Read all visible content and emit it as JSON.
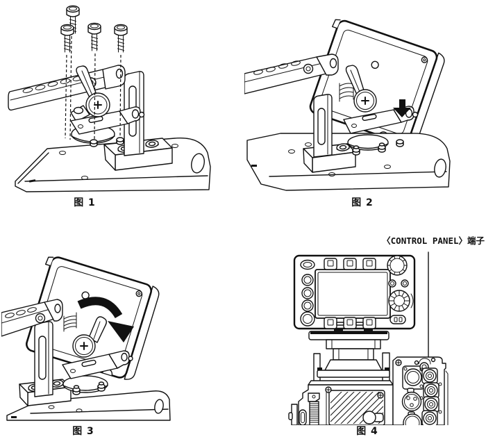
{
  "page": {
    "background": "#ffffff",
    "ink": "#111111"
  },
  "figures": [
    {
      "id": "figure-1",
      "caption": "图 1"
    },
    {
      "id": "figure-2",
      "caption": "图 2"
    },
    {
      "id": "figure-3",
      "caption": "图 3"
    },
    {
      "id": "figure-4",
      "caption": "图 4",
      "callout_label": "〈CONTROL PANEL〉端子"
    }
  ],
  "icons": {
    "down_arrow": "▼",
    "rotate_clockwise_arrow": "↷"
  }
}
